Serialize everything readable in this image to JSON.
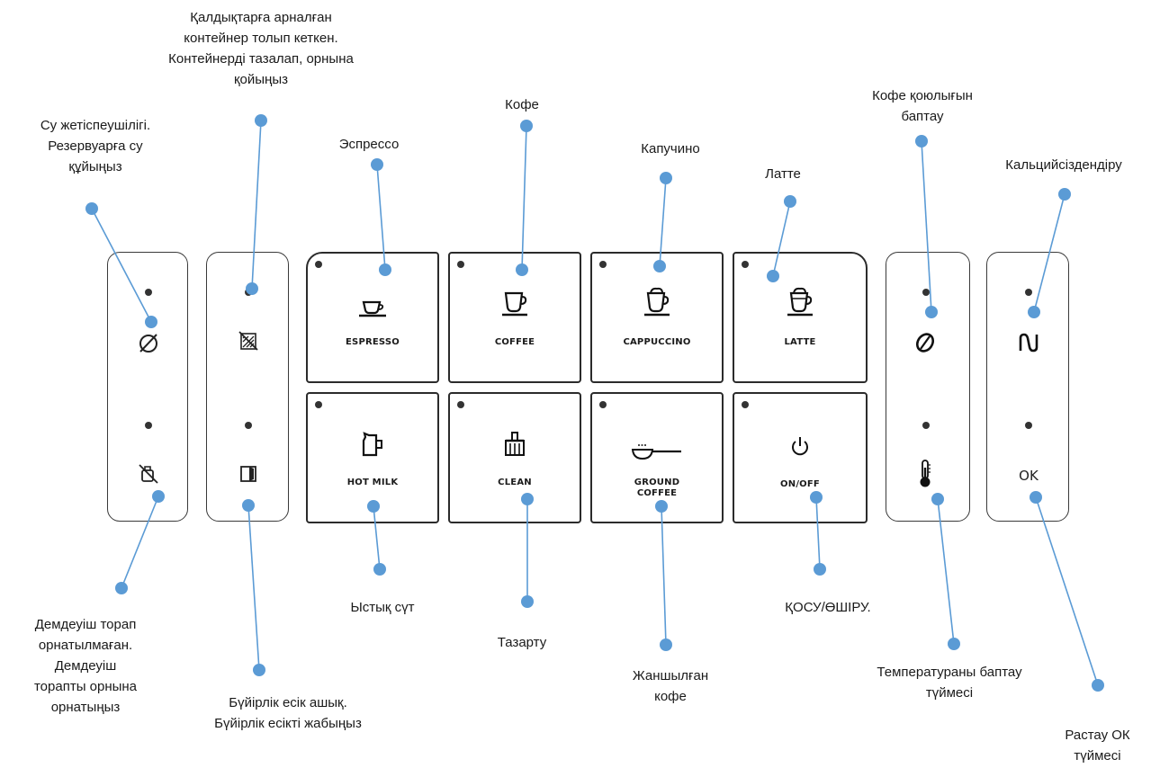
{
  "colors": {
    "marker": "#5b9bd5",
    "panel_border": "#2b2b2b",
    "led": "#333333"
  },
  "buttons": {
    "espresso": {
      "label": "ESPRESSO",
      "icon": "espresso-cup-icon"
    },
    "coffee": {
      "label": "COFFEE",
      "icon": "coffee-cup-icon"
    },
    "cappuccino": {
      "label": "CAPPUCCINO",
      "icon": "cappuccino-cup-icon"
    },
    "latte": {
      "label": "LATTE",
      "icon": "latte-glass-icon"
    },
    "hot_milk": {
      "label": "HOT MILK",
      "icon": "milk-jug-icon"
    },
    "clean": {
      "label": "CLEAN",
      "icon": "brush-icon"
    },
    "ground_coffee": {
      "label": "GROUND\nCOFFEE",
      "icon": "scoop-icon"
    },
    "on_off": {
      "label": "ON/OFF",
      "icon": "power-icon"
    },
    "ok": {
      "label": "OK"
    }
  },
  "side_icons": {
    "no_water": "no-water-icon",
    "brew_group": "brew-group-missing-icon",
    "waste_container": "waste-container-full-icon",
    "side_door": "side-door-open-icon",
    "strength": "coffee-bean-strength-icon",
    "temperature": "thermometer-icon",
    "descale": "descaling-icon"
  },
  "callouts": {
    "no_water": "Су жетіспеушілігі.\nРезервуарға су\nқұйыңыз",
    "waste_full": "Қалдықтарға арналған\nконтейнер толып кеткен.\nКонтейнерді тазалап, орнына\nқойыңыз",
    "espresso": "Эспрессо",
    "coffee": "Кофе",
    "cappuccino": "Капучино",
    "latte": "Латте",
    "strength": "Кофе қоюлығын\nбаптау",
    "descale": "Кальцийсіздендіру",
    "brew_group": "Демдеуіш торап\nорнатылмаған.\nДемдеуіш\nторапты орнына\nорнатыңыз",
    "side_door": "Бүйірлік есік ашық.\nБүйірлік есікті жабыңыз",
    "hot_milk": "Ыстық сүт",
    "clean": "Тазарту",
    "ground_coffee": "Жаншылған\nкофе",
    "on_off": "ҚОСУ/ӨШІРУ.",
    "temperature": "Температураны баптау\nтүймесі",
    "ok": "Растау  ОК\nтүймесі"
  }
}
